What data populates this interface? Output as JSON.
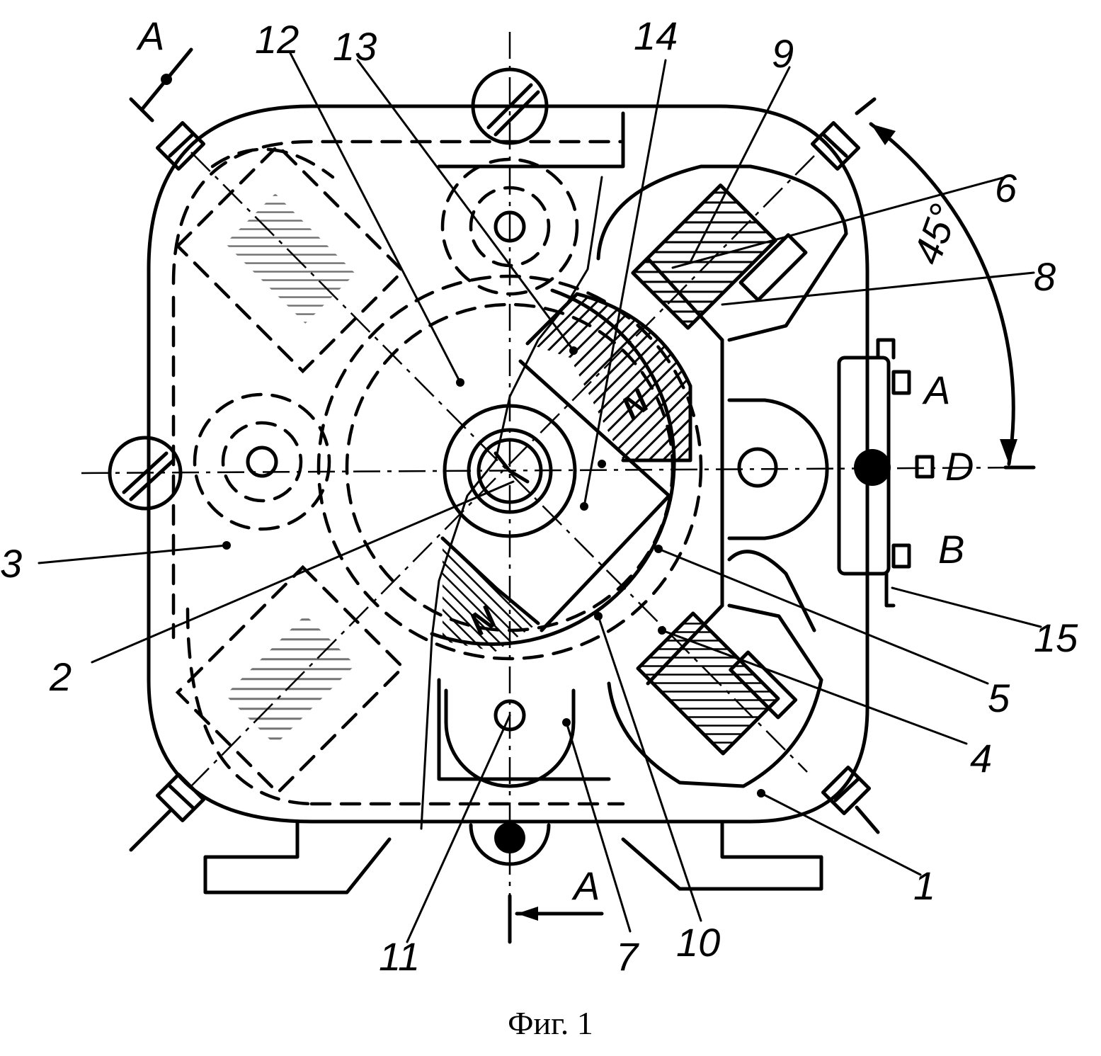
{
  "figure": {
    "caption": "Фиг. 1",
    "section_mark": "A",
    "terminals": [
      "A",
      "D",
      "B"
    ],
    "angle_label": "45°",
    "pole_labels": [
      "N",
      "N"
    ],
    "part_labels": [
      "1",
      "2",
      "3",
      "4",
      "5",
      "6",
      "7",
      "8",
      "9",
      "10",
      "11",
      "12",
      "13",
      "14",
      "15"
    ]
  }
}
